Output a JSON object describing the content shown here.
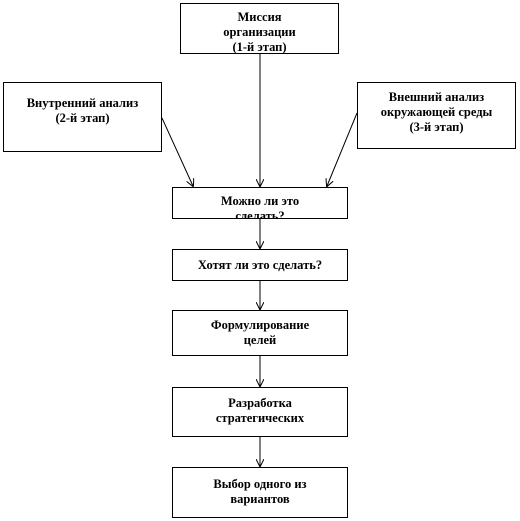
{
  "diagram": {
    "type": "flowchart",
    "nodes": {
      "mission": "Миссия\nорганизации\n(1-й этап)",
      "internal": "Внутренний анализ\n(2-й этап)",
      "external": "Внешний анализ\nокружающей  среды\n(3-й этап)",
      "can_do": "Можно ли это\nсделать?",
      "want_do": "Хотят ли это сделать?",
      "goals": "Формулирование\nцелей",
      "strategies": "Разработка\nстратегических",
      "choice": "Выбор одного из\nвариантов"
    },
    "edges": [
      {
        "from": "mission",
        "to": "can_do"
      },
      {
        "from": "internal",
        "to": "can_do"
      },
      {
        "from": "external",
        "to": "can_do"
      },
      {
        "from": "can_do",
        "to": "want_do"
      },
      {
        "from": "want_do",
        "to": "goals"
      },
      {
        "from": "goals",
        "to": "strategies"
      },
      {
        "from": "strategies",
        "to": "choice"
      }
    ],
    "colors": {
      "line": "#000000",
      "box_fill": "#ffffff",
      "text": "#000000"
    }
  }
}
